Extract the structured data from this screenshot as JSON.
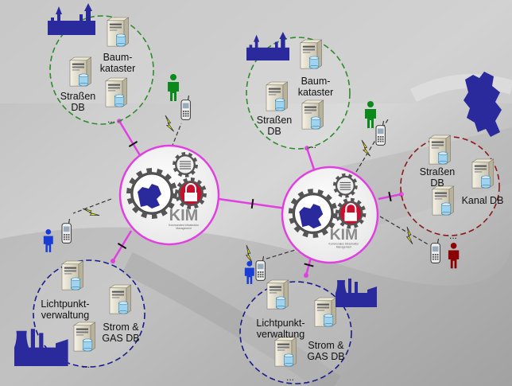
{
  "colors": {
    "pink": "#e040e0",
    "green_cluster": "#2e8b2e",
    "blue_cluster": "#1a1a8c",
    "red_cluster": "#8b1a1a",
    "navy_icons": "#2a2a9c",
    "bolt": "#ffff00"
  },
  "hubs": [
    {
      "name": "KIM",
      "sub1": "Kommunales Infrastruktur",
      "sub2": "Management"
    },
    {
      "name": "KIM",
      "sub1": "Kommunales Infrastruktur",
      "sub2": "Management"
    }
  ],
  "clusters": {
    "top_left": {
      "label_baum": [
        "Baum-",
        "kataster"
      ],
      "label_strassen": [
        "Straßen",
        "DB"
      ],
      "more": "..."
    },
    "top_mid": {
      "label_baum": [
        "Baum-",
        "kataster"
      ],
      "label_strassen": [
        "Straßen",
        "DB"
      ],
      "more": "..."
    },
    "right": {
      "label_strassen": [
        "Straßen",
        "DB"
      ],
      "label_kanal": "Kanal DB",
      "more": "..."
    },
    "bottom_left": {
      "label_licht": [
        "Lichtpunkt-",
        "verwaltung"
      ],
      "label_strom": [
        "Strom &",
        "GAS DB"
      ],
      "more": "..."
    },
    "bottom_mid": {
      "label_licht": [
        "Lichtpunkt-",
        "verwaltung"
      ],
      "label_strom": [
        "Strom &",
        "GAS DB"
      ],
      "more": "..."
    }
  },
  "icons": {
    "castle": "castle-icon",
    "factory": "factory-icon",
    "server": "server-icon",
    "phone": "mobile-phone-icon",
    "person": "person-icon",
    "map": "region-map-icon",
    "lock": "lock-icon",
    "gear": "gear-icon",
    "bolt": "lightning-bolt-icon"
  }
}
